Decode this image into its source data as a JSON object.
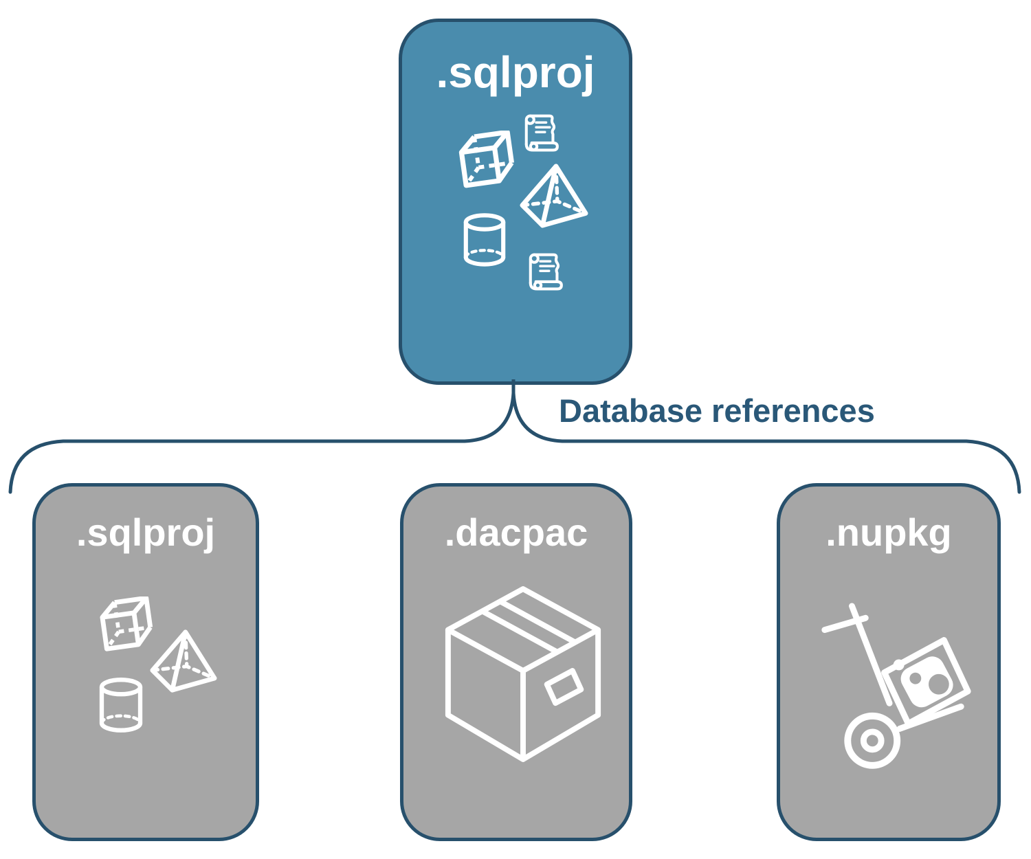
{
  "palette": {
    "accent_blue": "#4A8CAD",
    "outline_dark_blue": "#27506C",
    "label_blue": "#2A5878",
    "child_gray": "#A6A6A6",
    "icon_white": "#FFFFFF"
  },
  "root_box": {
    "label": ".sqlproj",
    "icons": [
      "scroll-icon",
      "cube-icon",
      "pyramid-icon",
      "cylinder-icon",
      "scroll-icon"
    ]
  },
  "connector": {
    "label": "Database references",
    "shape": "overbrace from root box spanning all three child boxes"
  },
  "child_boxes": [
    {
      "label": ".sqlproj",
      "icons": [
        "cube-icon",
        "pyramid-icon",
        "cylinder-icon"
      ]
    },
    {
      "label": ".dacpac",
      "icons": [
        "package-box-icon"
      ]
    },
    {
      "label": ".nupkg",
      "icons": [
        "nuget-hand-truck-icon"
      ]
    }
  ]
}
